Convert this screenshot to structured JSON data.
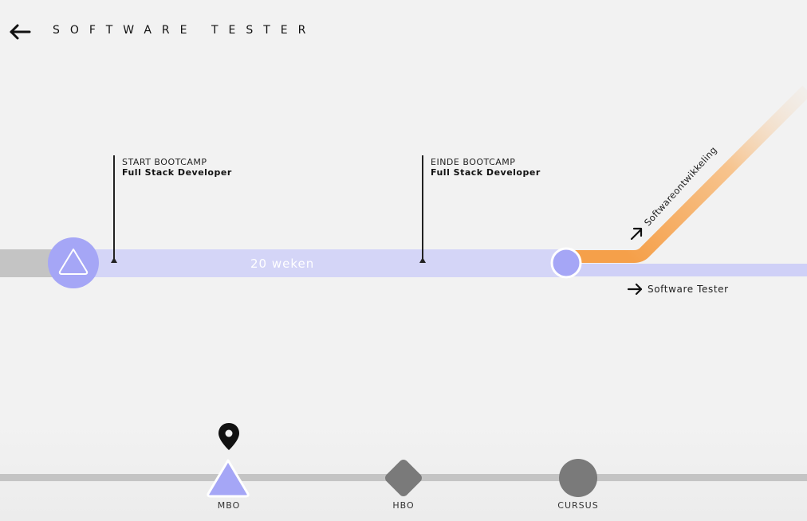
{
  "header": {
    "back_icon": "arrow-left-icon",
    "title": "SOFTWARE TESTER"
  },
  "timeline": {
    "start_marker": {
      "kicker": "START BOOTCAMP",
      "title": "Full Stack Developer"
    },
    "end_marker": {
      "kicker": "EINDE BOOTCAMP",
      "title": "Full Stack Developer"
    },
    "duration": "20 weken",
    "branches": [
      {
        "label": "Softwareontwikkeling",
        "icon": "arrow-up-right-icon",
        "color": "#f5a04a"
      },
      {
        "label": "Software Tester",
        "icon": "arrow-right-icon",
        "color": "#cfd0f7"
      }
    ],
    "colors": {
      "main_track": "#d4d5f7",
      "past_track": "#c4c4c4",
      "node": "#a5a6f6"
    }
  },
  "education_levels": [
    {
      "label": "MBO",
      "shape": "triangle",
      "selected": true,
      "color": "#a5a6f6"
    },
    {
      "label": "HBO",
      "shape": "diamond",
      "selected": false,
      "color": "#7a7a7a"
    },
    {
      "label": "CURSUS",
      "shape": "circle",
      "selected": false,
      "color": "#7a7a7a"
    }
  ],
  "location_icon": "map-pin-icon"
}
